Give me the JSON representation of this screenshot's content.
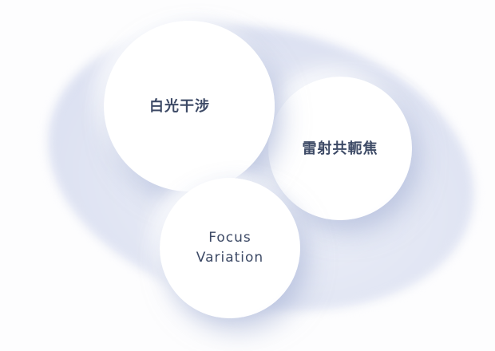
{
  "diagram": {
    "title": "surface-measurement-technologies-venn",
    "circles": [
      {
        "id": "white-light-interferometry",
        "label": "白光干涉"
      },
      {
        "id": "laser-confocal",
        "label": "雷射共軛焦"
      },
      {
        "id": "focus-variation",
        "label": "Focus\nVariation"
      }
    ],
    "colors": {
      "background": "#fdfdfe",
      "blob": "#dde2f2",
      "circle_fill": "#ffffff",
      "text": "#3d4a66",
      "shadow": "#a3aed4"
    }
  }
}
